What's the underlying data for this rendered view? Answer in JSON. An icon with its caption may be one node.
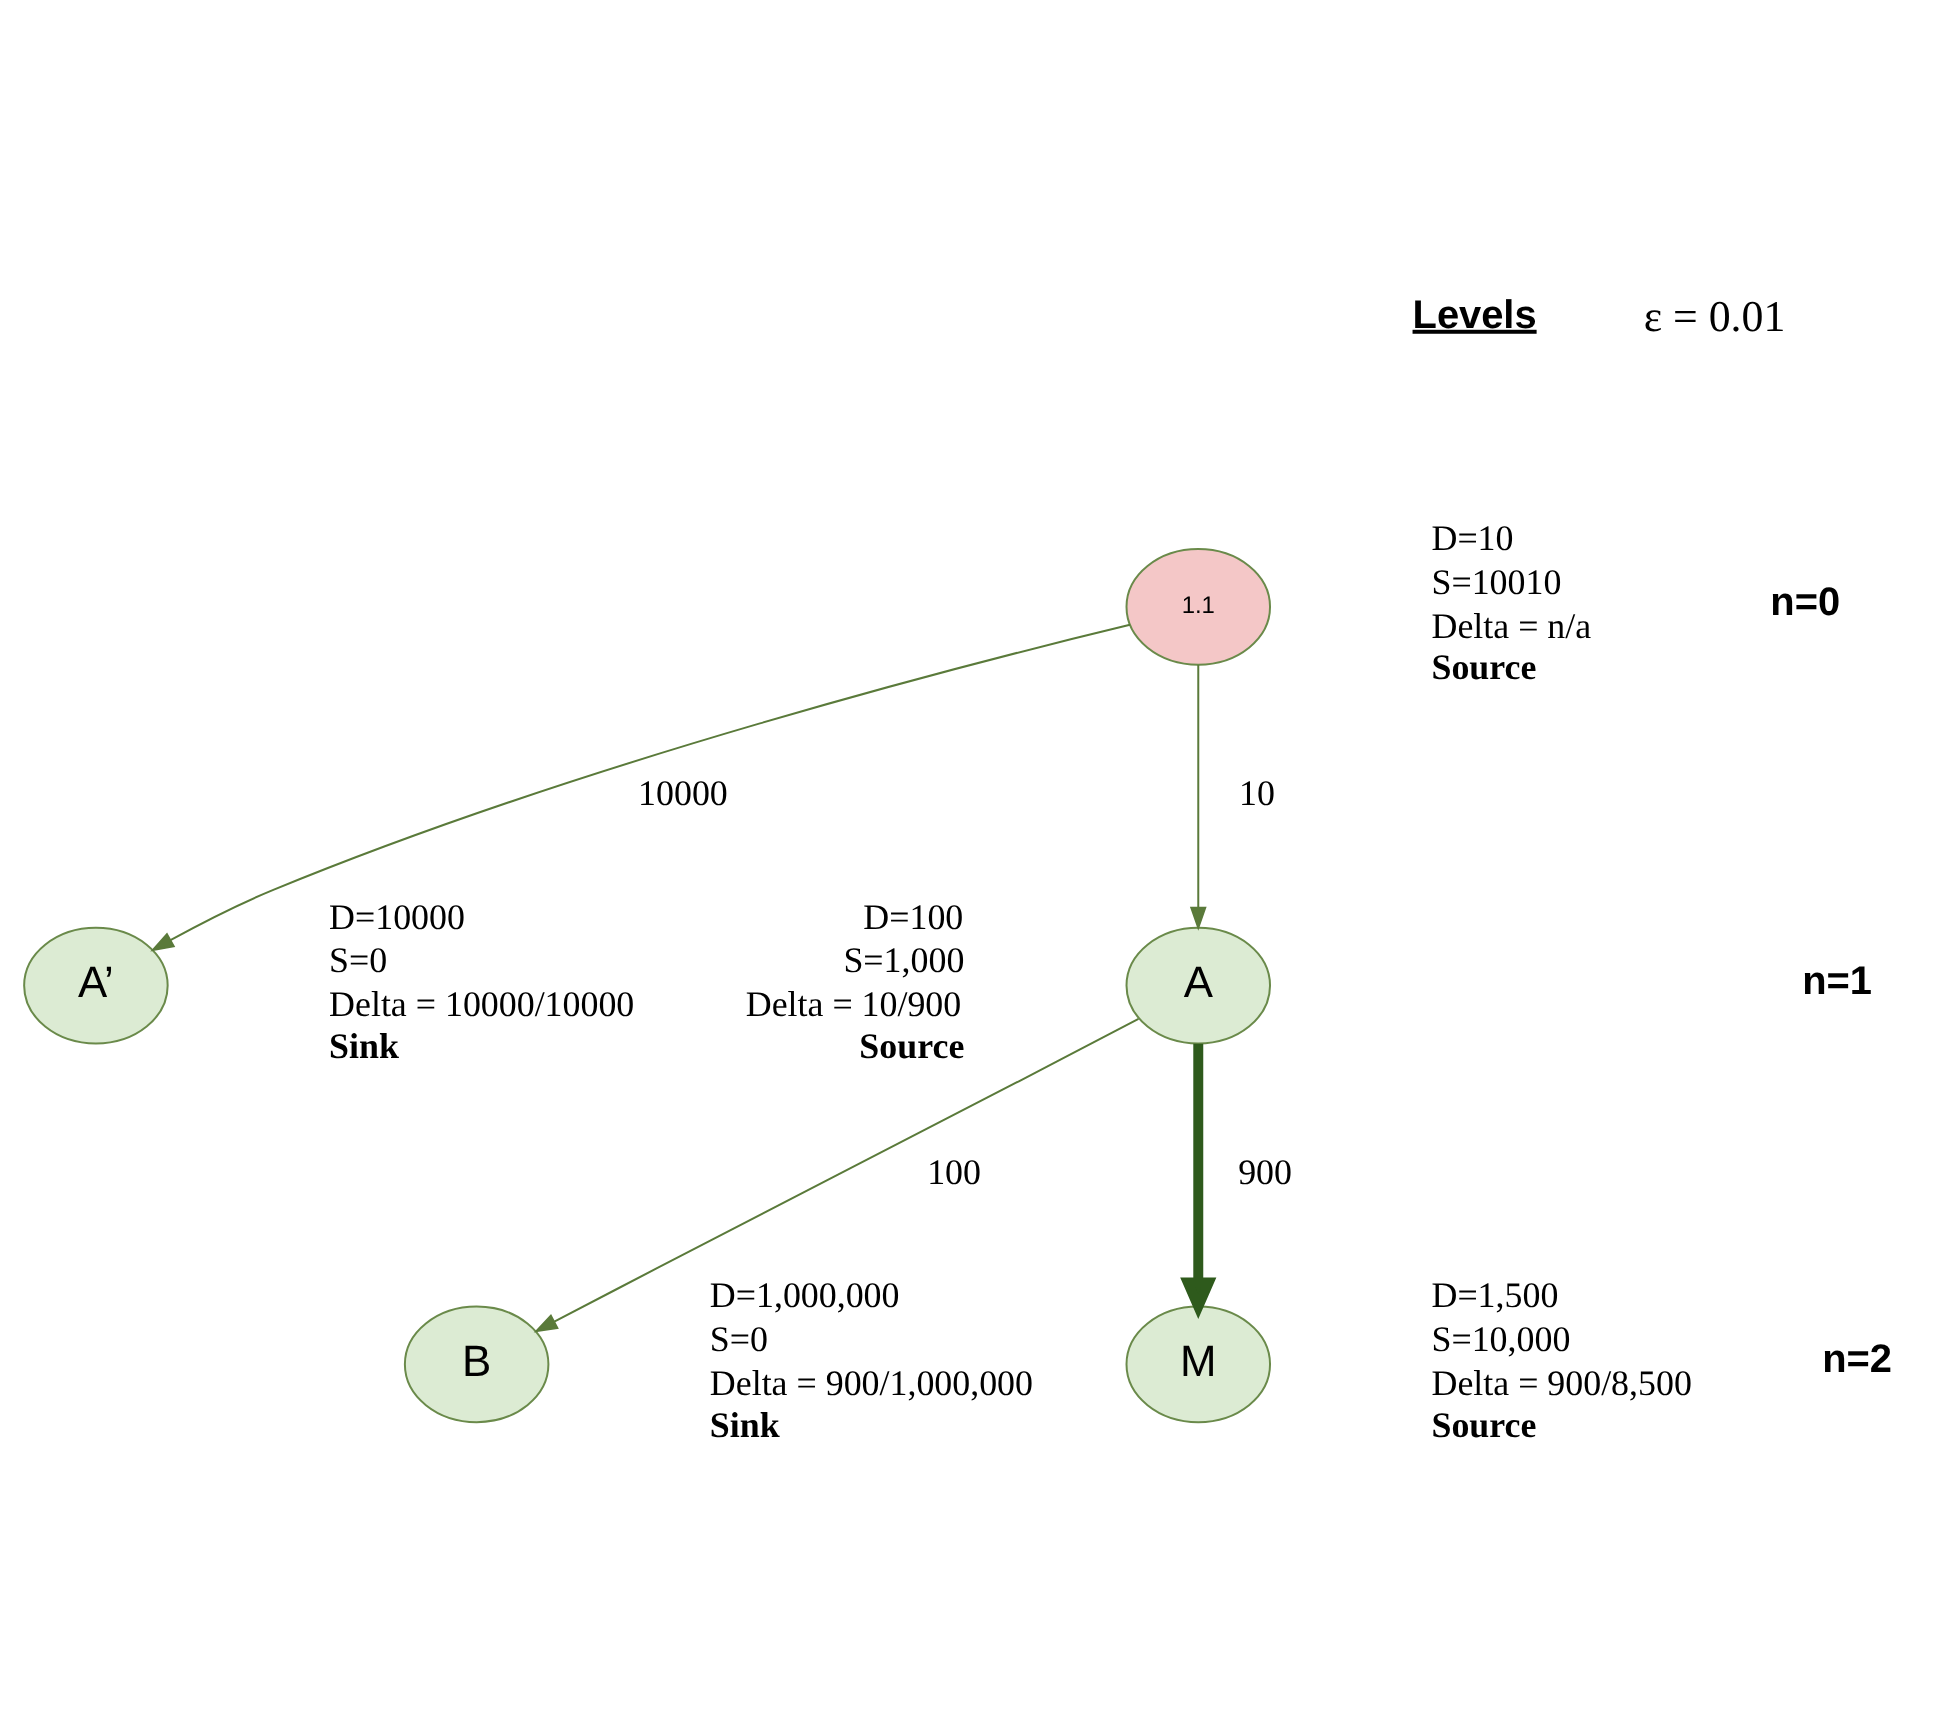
{
  "diagram": {
    "nodes": [
      {
        "text": [
          "1.1"
        ],
        "beside": [
          "D=10",
          "S=10010",
          "Delta = n/a",
          "Source"
        ]
      },
      {
        "text": [
          "A"
        ],
        "beside": [
          "D=100",
          "S=1,000",
          "Delta = 10/900",
          "Source"
        ]
      },
      {
        "text": [
          "A’"
        ],
        "beside": [
          "D=10000",
          "S=0",
          "Delta = 10000/10000",
          "Sink"
        ]
      },
      {
        "text": [
          "M"
        ],
        "beside": [
          "D=1,500",
          "S=10,000",
          "Delta = 900/8,500",
          "Source"
        ]
      },
      {
        "text": [
          "B"
        ],
        "beside": [
          "D=1,000,000",
          "S=0",
          "Delta = 900/1,000,000",
          "Sink"
        ]
      }
    ],
    "edges": [
      {
        "from": 0,
        "to": 1,
        "arrow": "to",
        "label": "10"
      },
      {
        "from": 0,
        "to": 2,
        "arrow": "to",
        "label": "10000"
      },
      {
        "from": 1,
        "to": 3,
        "arrow": "to",
        "label": "900",
        "style": "thick",
        "color": "#2e5a1c"
      },
      {
        "from": 1,
        "to": 4,
        "arrow": "to",
        "label": "100"
      }
    ],
    "labels": [
      "Levels",
      "n=0",
      "n=1",
      "n=2",
      "ε = 0.01"
    ]
  }
}
